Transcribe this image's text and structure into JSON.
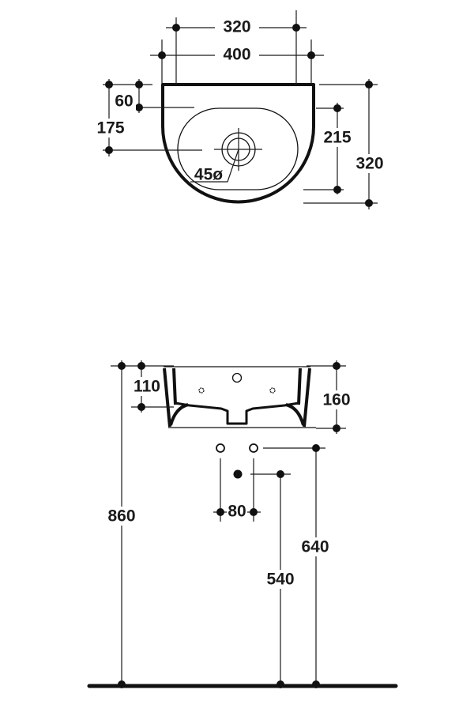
{
  "top_view": {
    "dims": {
      "fixing_distance": "320",
      "width": "400",
      "tap_hole_offset": "60",
      "drain_offset": "175",
      "bowl_depth": "215",
      "depth": "320",
      "drain_diameter": "45ø"
    }
  },
  "front_view": {
    "dims": {
      "install_height": "860",
      "inner_height": "110",
      "height": "160",
      "supply_spacing": "80",
      "waste_height": "540",
      "supply_height": "640"
    }
  },
  "colors": {
    "line": "#111111",
    "background": "#ffffff"
  }
}
